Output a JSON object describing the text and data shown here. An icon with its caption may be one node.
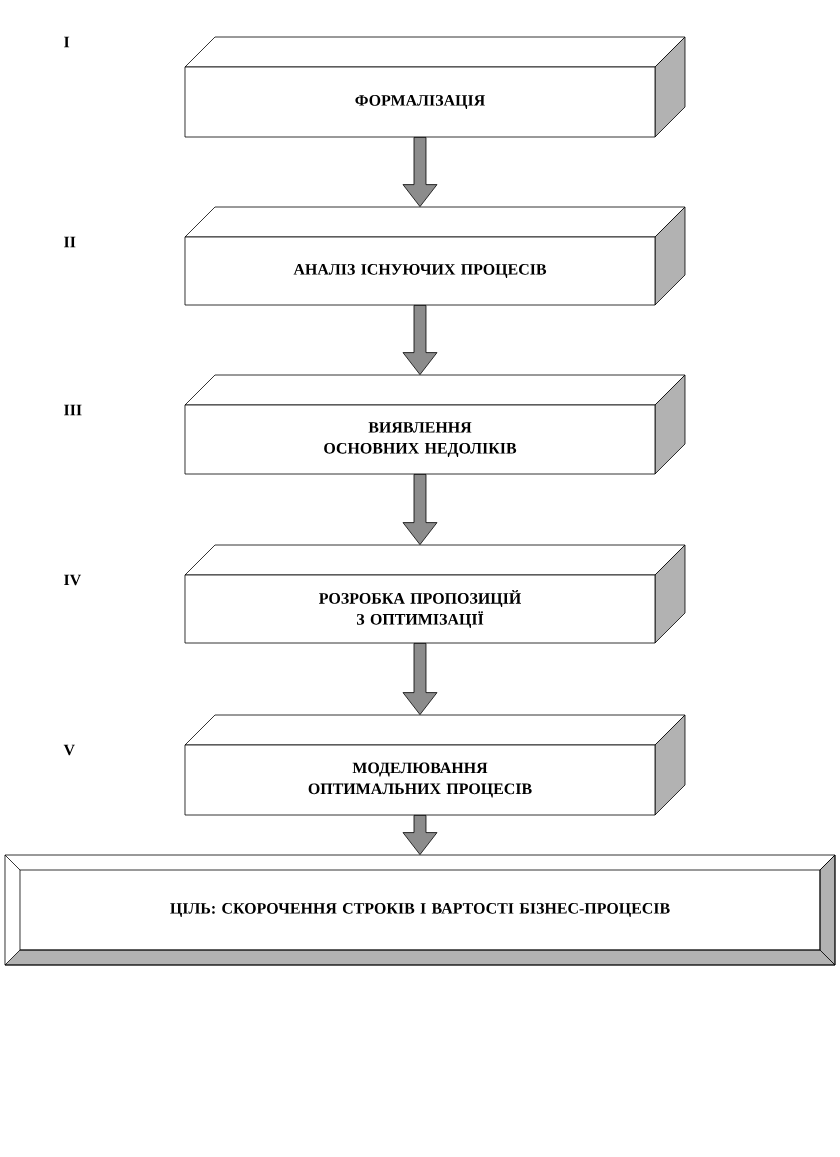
{
  "diagram": {
    "nodes": [
      {
        "text": [
          "ФОРМАЛІЗАЦІЯ"
        ]
      },
      {
        "text": [
          "АНАЛІЗ ІСНУЮЧИХ ПРОЦЕСІВ"
        ]
      },
      {
        "text": [
          "ВИЯВЛЕННЯ ОСНОВНИХ НЕДОЛІКІВ"
        ]
      },
      {
        "text": [
          "РОЗРОБКА ПРОПОЗИЦІЙ З ОПТИМІЗАЦІЇ"
        ]
      },
      {
        "text": [
          "МОДЕЛЮВАННЯ ОПТИМАЛЬНИХ ПРОЦЕСІВ"
        ]
      },
      {
        "text": [
          "ЦІЛЬ: СКОРОЧЕННЯ СТРОКІВ І ВАРТОСТІ БІЗНЕС-ПРОЦЕСІВ"
        ]
      }
    ],
    "edges": [
      {
        "from": 0,
        "to": 1,
        "arrow": "to"
      },
      {
        "from": 1,
        "to": 2,
        "arrow": "to"
      },
      {
        "from": 2,
        "to": 3,
        "arrow": "to"
      },
      {
        "from": 3,
        "to": 4,
        "arrow": "to"
      },
      {
        "from": 4,
        "to": 5,
        "arrow": "to"
      }
    ],
    "labels": [
      "I",
      "II",
      "III",
      "IV",
      "V"
    ]
  }
}
